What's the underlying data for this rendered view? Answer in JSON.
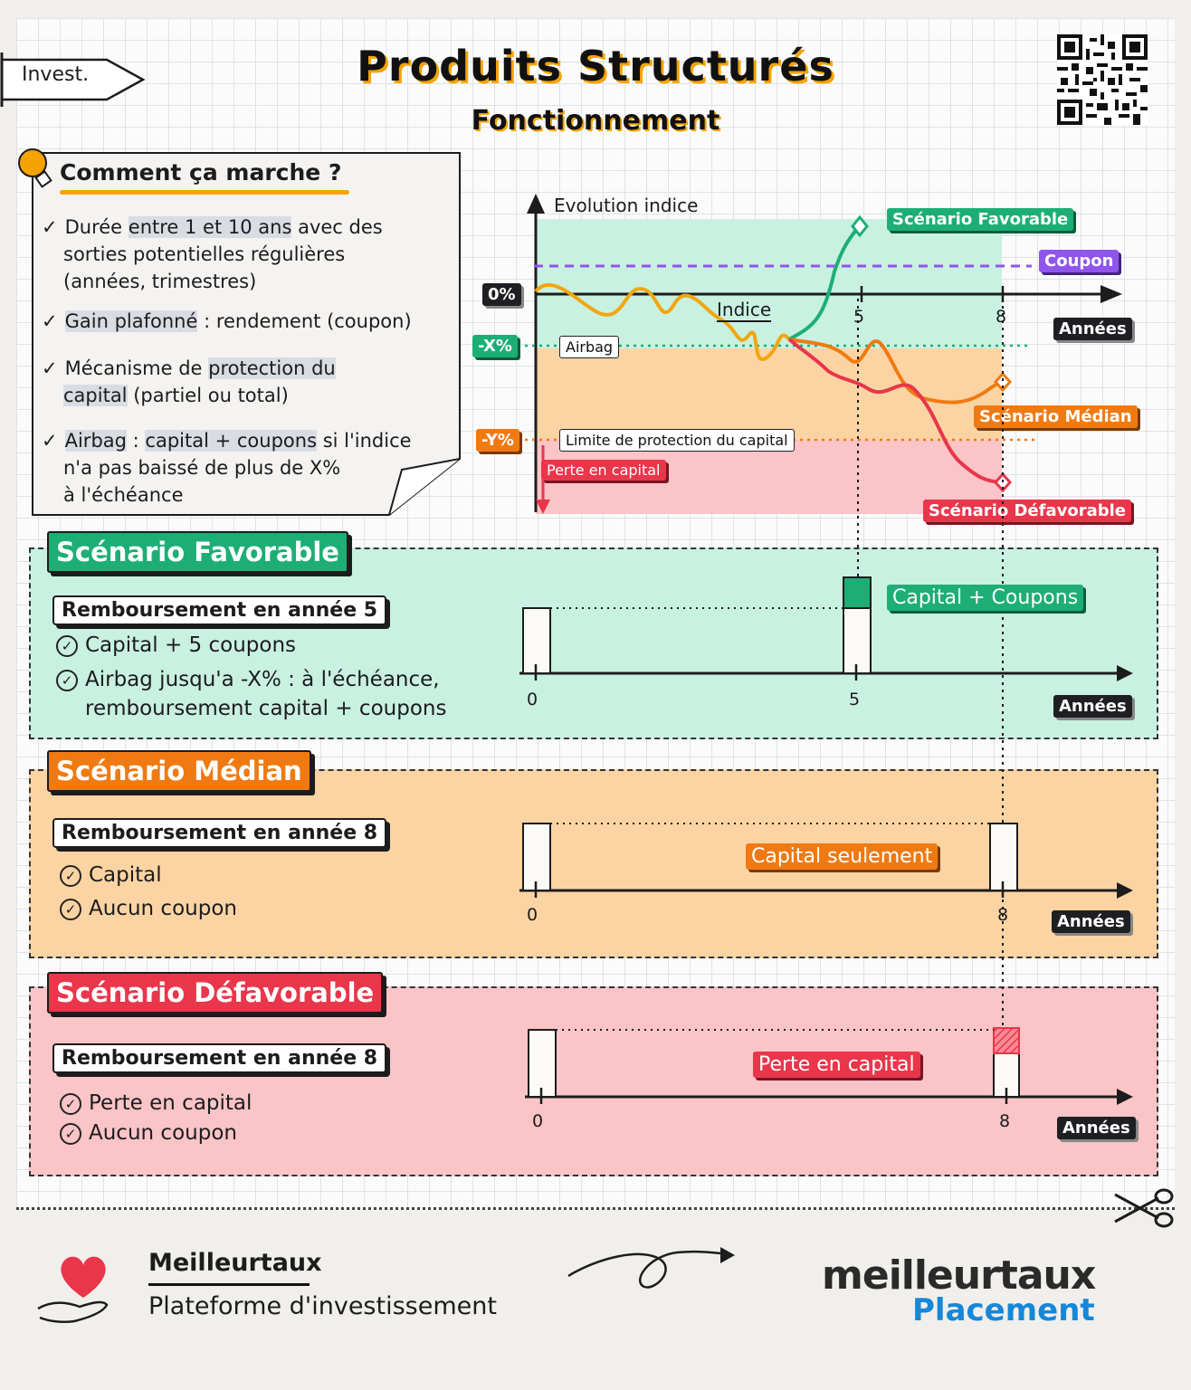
{
  "header": {
    "tag": "Invest.",
    "title": "Produits Structurés",
    "subtitle": "Fonctionnement"
  },
  "info": {
    "title": "Comment ça marche ?",
    "items": [
      {
        "check": "✓",
        "pre": "Durée ",
        "hl": "entre 1 et 10 ans",
        "post": " avec  des",
        "line2": "sorties potentielles régulières",
        "line3": "(années, trimestres)"
      },
      {
        "check": "✓",
        "hl": "Gain plafonné",
        "post": " : rendement (coupon)"
      },
      {
        "check": "✓",
        "pre": "Mécanisme de ",
        "hl": "protection du",
        "line2hl": "capital",
        "line2": " (partiel ou total)"
      },
      {
        "check": "✓",
        "hl": "Airbag",
        "mid": " : ",
        "hl2": "capital + coupons",
        "post": " si l'indice",
        "line2": "n'a pas baissé de plus de X%",
        "line3": "à l'échéance"
      }
    ]
  },
  "main_chart": {
    "y_label": "Evolution indice",
    "x_label": "Années",
    "x_ticks": [
      "5",
      "8"
    ],
    "levels": {
      "zero": "0%",
      "airbag": "-X%",
      "protection": "-Y%"
    },
    "labels": {
      "coupon": "Coupon",
      "indice": "Indice",
      "airbag": "Airbag",
      "protection_limit": "Limite de protection du capital",
      "loss": "Perte en capital"
    },
    "scenarios": {
      "favorable": "Scénario Favorable",
      "median": "Scénario Médian",
      "defavorable": "Scénario Défavorable"
    },
    "colors": {
      "favorable": "#1dae76",
      "median": "#f07a12",
      "defavorable": "#e9364b",
      "coupon": "#8f55ec",
      "indice": "#f2a60e"
    }
  },
  "panels": {
    "favorable": {
      "title": "Scénario Favorable",
      "repayment": "Remboursement en année 5",
      "bullets": [
        "Capital + 5 coupons",
        "Airbag jusqu'a -X% : à l'échéance,",
        "remboursement capital + coupons"
      ],
      "result": "Capital + Coupons",
      "x_ticks": [
        "0",
        "5"
      ],
      "x_label": "Années"
    },
    "median": {
      "title": "Scénario Médian",
      "repayment": "Remboursement en année 8",
      "bullets": [
        "Capital",
        "Aucun coupon"
      ],
      "result": "Capital seulement",
      "x_ticks": [
        "0",
        "8"
      ],
      "x_label": "Années"
    },
    "defavorable": {
      "title": "Scénario Défavorable",
      "repayment": "Remboursement en année 8",
      "bullets": [
        "Perte en capital",
        "Aucun coupon"
      ],
      "result": "Perte en capital",
      "x_ticks": [
        "0",
        "8"
      ],
      "x_label": "Années"
    }
  },
  "footer": {
    "brand": "Meilleurtaux",
    "subtitle": "Plateforme d'investissement",
    "logo_line1": "meilleurtaux",
    "logo_line2": "Placement"
  }
}
